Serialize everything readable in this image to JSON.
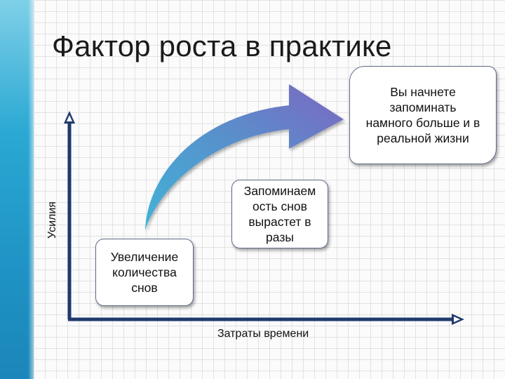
{
  "slide": {
    "title": "Фактор роста в практике"
  },
  "diagram": {
    "boxes": [
      "Увеличение количества снов",
      "Запоминаемость снов вырастет в разы",
      "Вы начнете запоминать намного больше и в реальной жизни"
    ],
    "box_lines": [
      [
        "Увеличение",
        "количества",
        "снов"
      ],
      [
        "Запоминаем",
        "ость снов",
        "вырастет в",
        "разы"
      ],
      [
        "Вы начнете",
        "запоминать",
        "намного больше и в",
        "реальной жизни"
      ]
    ],
    "x_axis_label": "Затраты времени",
    "y_axis_label": "Усилия"
  },
  "colors": {
    "accent": "#2aa8d3",
    "axis": "#1f3a6e",
    "arrow_start": "#3fa7d1",
    "arrow_end": "#7b68c0"
  }
}
